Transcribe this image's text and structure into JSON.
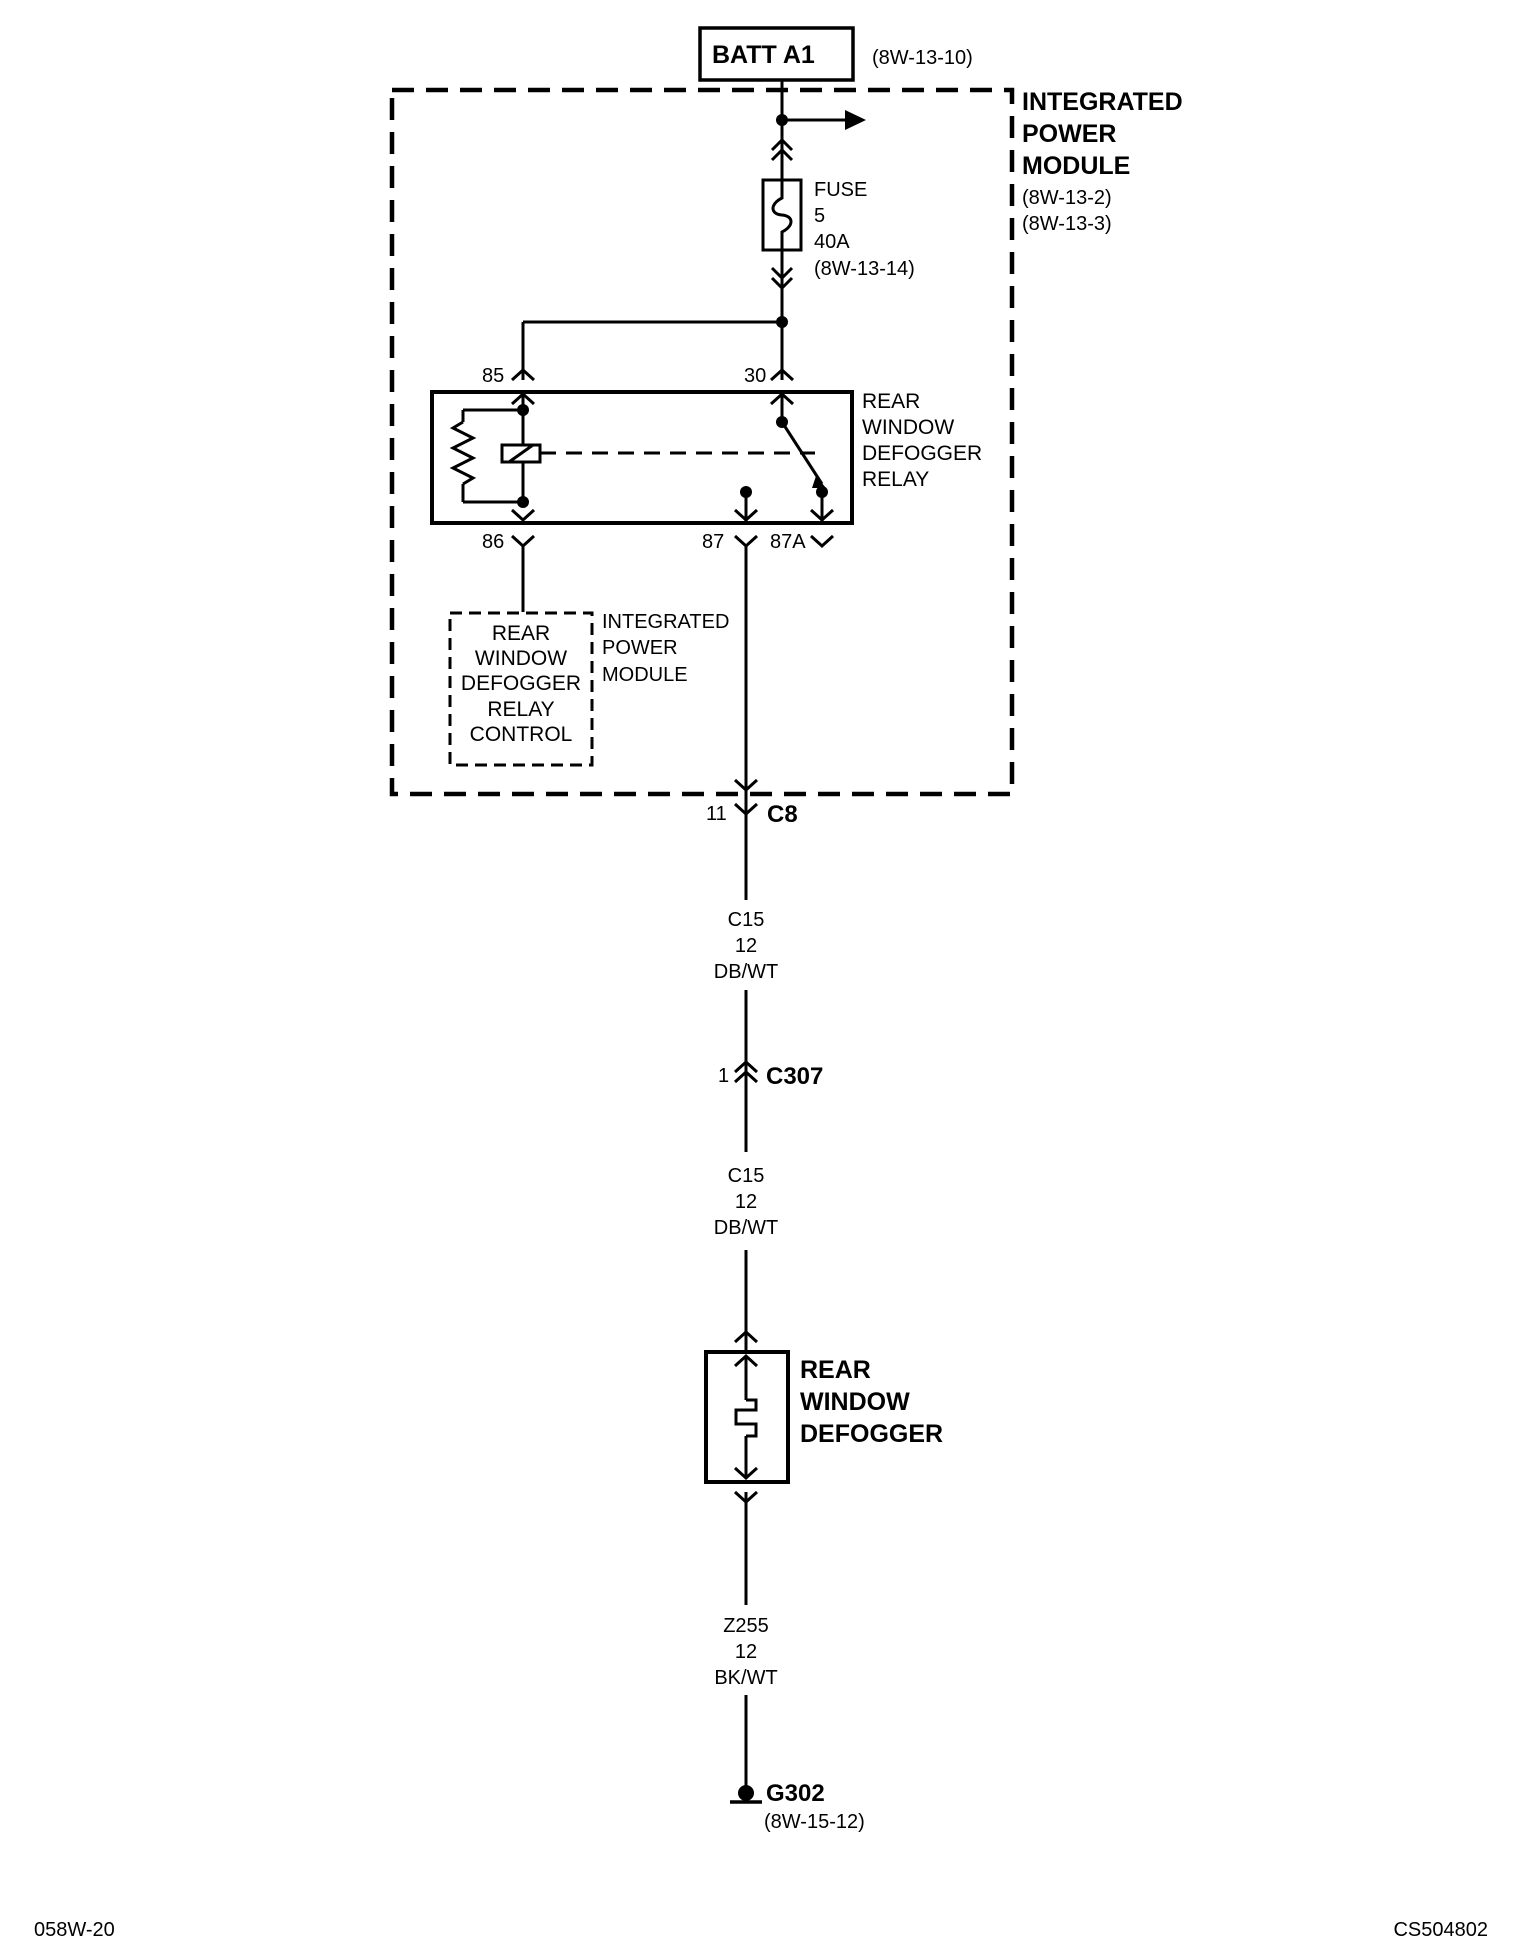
{
  "batt": {
    "label": "BATT A1",
    "ref": "(8W-13-10)"
  },
  "ipm": {
    "line1": "INTEGRATED",
    "line2": "POWER",
    "line3": "MODULE",
    "ref1": "(8W-13-2)",
    "ref2": "(8W-13-3)"
  },
  "fuse": {
    "line1": "FUSE",
    "line2": "5",
    "line3": "40A",
    "ref": "(8W-13-14)"
  },
  "relay": {
    "line1": "REAR",
    "line2": "WINDOW",
    "line3": "DEFOGGER",
    "line4": "RELAY",
    "pins": {
      "p85": "85",
      "p30": "30",
      "p86": "86",
      "p87": "87",
      "p87a": "87A"
    }
  },
  "relay_control": {
    "line1": "REAR",
    "line2": "WINDOW",
    "line3": "DEFOGGER",
    "line4": "RELAY",
    "line5": "CONTROL"
  },
  "ipm_small": {
    "line1": "INTEGRATED",
    "line2": "POWER",
    "line3": "MODULE"
  },
  "connector_c8": {
    "pin": "11",
    "name": "C8"
  },
  "wire1": {
    "circuit": "C15",
    "gauge": "12",
    "color": "DB/WT"
  },
  "connector_c307": {
    "pin": "1",
    "name": "C307"
  },
  "wire2": {
    "circuit": "C15",
    "gauge": "12",
    "color": "DB/WT"
  },
  "defogger": {
    "line1": "REAR",
    "line2": "WINDOW",
    "line3": "DEFOGGER"
  },
  "wire3": {
    "circuit": "Z255",
    "gauge": "12",
    "color": "BK/WT"
  },
  "ground": {
    "name": "G302",
    "ref": "(8W-15-12)"
  },
  "footer": {
    "left": "058W-20",
    "right": "CS504802"
  }
}
